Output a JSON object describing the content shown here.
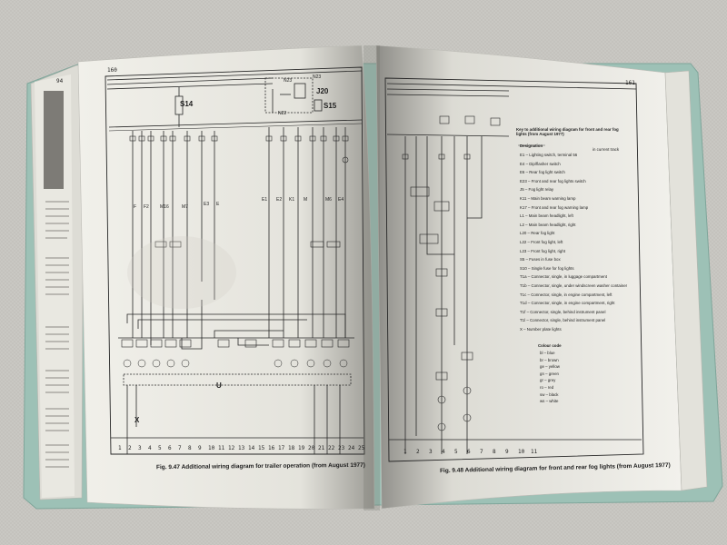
{
  "photo": {
    "colors": {
      "background": "#c9c8c3",
      "cover": "#9dc1b6",
      "paper": "#f2f1ec",
      "ink": "#262626"
    },
    "left_page": {
      "page_number": "160",
      "edge_page_number": "94",
      "figure_caption": "Fig. 9.47 Additional wiring diagram for trailer operation (from August 1977)",
      "component_labels": {
        "s14": "S14",
        "n23": "N23",
        "j20": "J20",
        "n22": "N22",
        "s15": "S15",
        "u": "U",
        "x": "X"
      },
      "wire_labels": [
        "F",
        "F2",
        "M16",
        "M7",
        "E3",
        "E",
        "E1",
        "E2",
        "K1",
        "M",
        "M6",
        "E4"
      ],
      "terminal_numbers": [
        "1",
        "2",
        "3",
        "4",
        "5",
        "6",
        "7",
        "8",
        "9",
        "10",
        "11",
        "12",
        "13",
        "14",
        "15",
        "16",
        "17",
        "18",
        "19",
        "20",
        "21",
        "22",
        "23",
        "24",
        "25"
      ]
    },
    "right_page": {
      "page_number": "161",
      "figure_caption": "Fig. 9.48 Additional wiring diagram for front and rear fog lights (from August 1977)",
      "key_title": "Key to additional wiring diagram for front and rear fog lights (from August 1977)",
      "key_header": "Designation",
      "key_current_track": "in current track",
      "key_entries": [
        "E1  –  Lighting switch, terminal 56",
        "E4  –  Dip/flasher switch",
        "E6  –  Rear fog light switch",
        "E23 –  Front and rear fog lights switch",
        "J5  –  Fog light relay",
        "K11 –  Main beam warning lamp",
        "K17 –  Front and rear fog warning lamp",
        "L1  –  Main beam headlight, left",
        "L2  –  Main beam headlight, right",
        "L20 –  Rear fog light",
        "L22 –  Front fog light, left",
        "L23 –  Front fog light, right",
        "S5  –  Fuses in fuse box",
        "S10 –  Single fuse for fog lights",
        "T1a –  Connector, single, in luggage compartment",
        "T1b –  Connector, single, under windscreen washer container",
        "T1c –  Connector, single, in engine compartment, left",
        "T1d –  Connector, single, in engine compartment, right",
        "T1f –  Connector, single, behind instrument panel",
        "T1l –  Connector, single, behind instrument panel",
        "X   –  Number plate lights"
      ],
      "colour_code_title": "Colour code",
      "colour_code": [
        "bl  –  blue",
        "br  –  brown",
        "ge  –  yellow",
        "gn  –  green",
        "gr  –  grey",
        "ro  –  red",
        "sw  –  black",
        "ws  –  white"
      ],
      "terminal_numbers": [
        "1",
        "2",
        "3",
        "4",
        "5",
        "6",
        "7",
        "8",
        "9",
        "10",
        "11"
      ]
    }
  }
}
